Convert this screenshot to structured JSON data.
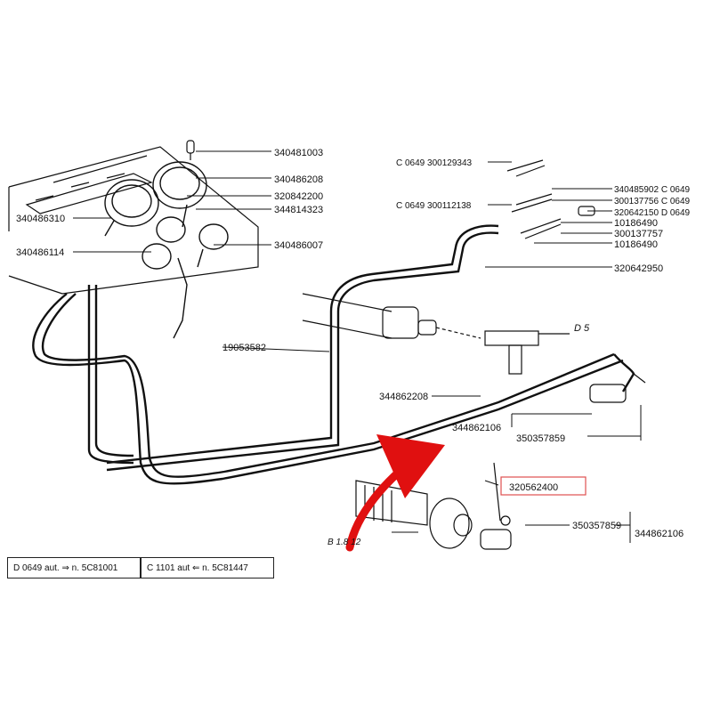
{
  "callouts": {
    "c_340481003": "340481003",
    "c_340486208": "340486208",
    "c_320842200": "320842200",
    "c_344814323": "344814323",
    "c_340486310": "340486310",
    "c_340486114": "340486114",
    "c_340486007": "340486007",
    "c_19053582": "19053582",
    "c_344862208": "344862208",
    "c_344862106_a": "344862106",
    "c_350357859_a": "350357859",
    "c_320562400": "320562400",
    "c_350357859_b": "350357859",
    "c_344862106_b": "344862106",
    "c_300129343": "C 0649 300129343",
    "c_300112138": "C 0649 300112138",
    "c_340485902": "340485902 C 0649",
    "c_300137756": "300137756 C 0649",
    "c_320642150": "320642150 D 0649",
    "c_10186490_a": "10186490",
    "c_300137757": "300137757",
    "c_10186490_b": "10186490",
    "c_320642950": "320642950",
    "c_D5": "D 5",
    "c_B": "B 1.8 12"
  },
  "notes": {
    "left": "D 0649  aut. ⇒ n. 5C81001",
    "right": "C 1101  aut  ⇐ n. 5C81447"
  },
  "colors": {
    "highlight_box": "#e05050",
    "arrow": "#e01010",
    "ink": "#111111"
  }
}
